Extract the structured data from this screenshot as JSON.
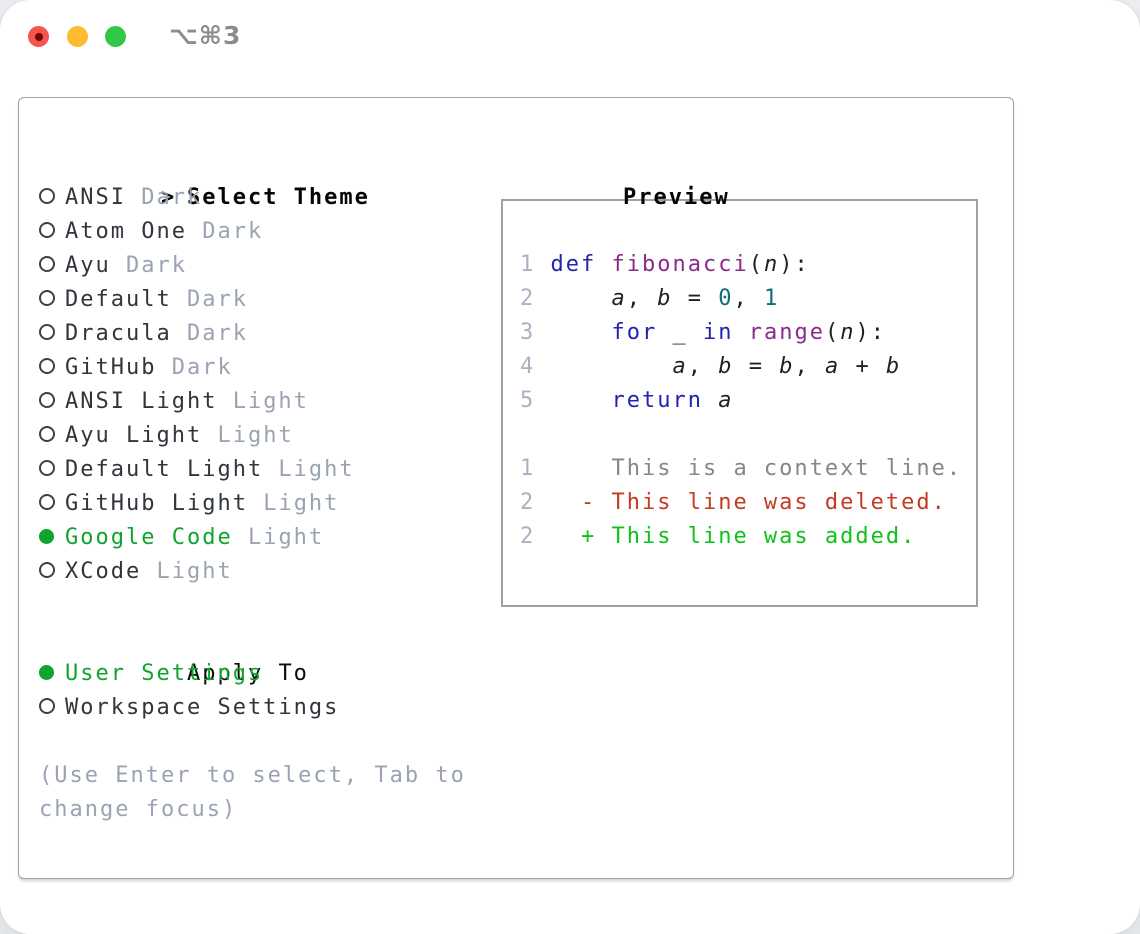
{
  "window": {
    "title": "⌥⌘3"
  },
  "colors": {
    "accent_green": "#10a32e",
    "keyword_blue": "#2323ad",
    "function_purple": "#8c2a8c",
    "literal_teal": "#0e6e74",
    "deleted_red": "#c53b22",
    "added_green": "#0ec218",
    "muted_gray": "#9aa3b2",
    "panel_border": "#9aa3ae"
  },
  "theme_section": {
    "prompt": ">",
    "title": "Select Theme",
    "items": [
      {
        "label": "ANSI",
        "variant": "Dark",
        "selected": false
      },
      {
        "label": "Atom One",
        "variant": "Dark",
        "selected": false
      },
      {
        "label": "Ayu",
        "variant": "Dark",
        "selected": false
      },
      {
        "label": "Default",
        "variant": "Dark",
        "selected": false
      },
      {
        "label": "Dracula",
        "variant": "Dark",
        "selected": false
      },
      {
        "label": "GitHub",
        "variant": "Dark",
        "selected": false
      },
      {
        "label": "ANSI Light",
        "variant": "Light",
        "selected": false
      },
      {
        "label": "Ayu Light",
        "variant": "Light",
        "selected": false
      },
      {
        "label": "Default Light",
        "variant": "Light",
        "selected": false
      },
      {
        "label": "GitHub Light",
        "variant": "Light",
        "selected": false
      },
      {
        "label": "Google Code",
        "variant": "Light",
        "selected": true
      },
      {
        "label": "XCode",
        "variant": "Light",
        "selected": false
      }
    ]
  },
  "apply_section": {
    "title": "Apply To",
    "items": [
      {
        "label": "User Settings",
        "selected": true
      },
      {
        "label": "Workspace Settings",
        "selected": false
      }
    ]
  },
  "hint_lines": [
    "(Use Enter to select, Tab to",
    "change focus)"
  ],
  "preview": {
    "title": "Preview",
    "lines": [
      [
        {
          "t": "1 ",
          "s": "ln"
        },
        {
          "t": "def",
          "s": "kw"
        },
        {
          "t": " ",
          "s": "pl"
        },
        {
          "t": "fibonacci",
          "s": "fn"
        },
        {
          "t": "(",
          "s": "pl"
        },
        {
          "t": "n",
          "s": "var"
        },
        {
          "t": "):",
          "s": "pl"
        }
      ],
      [
        {
          "t": "2 ",
          "s": "ln"
        },
        {
          "t": "    ",
          "s": "pl"
        },
        {
          "t": "a",
          "s": "var"
        },
        {
          "t": ", ",
          "s": "pl"
        },
        {
          "t": "b",
          "s": "var"
        },
        {
          "t": " = ",
          "s": "pl"
        },
        {
          "t": "0",
          "s": "lit"
        },
        {
          "t": ", ",
          "s": "pl"
        },
        {
          "t": "1",
          "s": "lit"
        }
      ],
      [
        {
          "t": "3 ",
          "s": "ln"
        },
        {
          "t": "    ",
          "s": "pl"
        },
        {
          "t": "for",
          "s": "kw"
        },
        {
          "t": " _ ",
          "s": "pl"
        },
        {
          "t": "in",
          "s": "kw"
        },
        {
          "t": " ",
          "s": "pl"
        },
        {
          "t": "range",
          "s": "fn"
        },
        {
          "t": "(",
          "s": "pl"
        },
        {
          "t": "n",
          "s": "var"
        },
        {
          "t": "):",
          "s": "pl"
        }
      ],
      [
        {
          "t": "4 ",
          "s": "ln"
        },
        {
          "t": "        ",
          "s": "pl"
        },
        {
          "t": "a",
          "s": "var"
        },
        {
          "t": ", ",
          "s": "pl"
        },
        {
          "t": "b",
          "s": "var"
        },
        {
          "t": " = ",
          "s": "pl"
        },
        {
          "t": "b",
          "s": "var"
        },
        {
          "t": ", ",
          "s": "pl"
        },
        {
          "t": "a",
          "s": "var"
        },
        {
          "t": " + ",
          "s": "pl"
        },
        {
          "t": "b",
          "s": "var"
        }
      ],
      [
        {
          "t": "5 ",
          "s": "ln"
        },
        {
          "t": "    ",
          "s": "pl"
        },
        {
          "t": "return",
          "s": "kw"
        },
        {
          "t": " ",
          "s": "pl"
        },
        {
          "t": "a",
          "s": "var"
        }
      ],
      [],
      [
        {
          "t": "1 ",
          "s": "ln"
        },
        {
          "t": "    This is a context line.",
          "s": "ctx"
        }
      ],
      [
        {
          "t": "2 ",
          "s": "ln"
        },
        {
          "t": "  - This line was deleted.",
          "s": "del"
        }
      ],
      [
        {
          "t": "2 ",
          "s": "ln"
        },
        {
          "t": "  + This line was added.",
          "s": "add"
        }
      ]
    ]
  }
}
